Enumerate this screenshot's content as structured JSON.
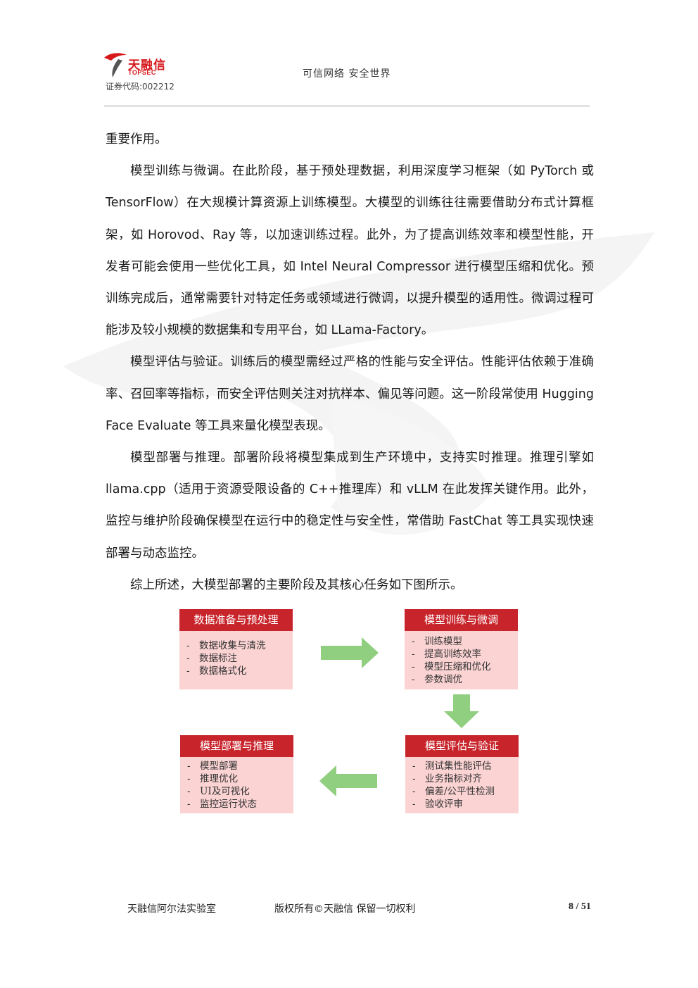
{
  "header": {
    "logo_cn": "天融信",
    "logo_en": "TOPSEC",
    "stock_code": "证券代码:002212",
    "slogan": "可信网络 安全世界"
  },
  "paragraphs": [
    "重要作用。",
    "模型训练与微调。在此阶段，基于预处理数据，利用深度学习框架（如 PyTorch 或 TensorFlow）在大规模计算资源上训练模型。大模型的训练往往需要借助分布式计算框架，如 Horovod、Ray 等，以加速训练过程。此外，为了提高训练效率和模型性能，开发者可能会使用一些优化工具，如 Intel Neural Compressor 进行模型压缩和优化。预训练完成后，通常需要针对特定任务或领域进行微调，以提升模型的适用性。微调过程可能涉及较小规模的数据集和专用平台，如 LLama-Factory。",
    "模型评估与验证。训练后的模型需经过严格的性能与安全评估。性能评估依赖于准确率、召回率等指标，而安全评估则关注对抗样本、偏见等问题。这一阶段常使用 Hugging Face Evaluate 等工具来量化模型表现。",
    "模型部署与推理。部署阶段将模型集成到生产环境中，支持实时推理。推理引擎如 llama.cpp（适用于资源受限设备的 C++推理库）和 vLLM 在此发挥关键作用。此外，监控与维护阶段确保模型在运行中的稳定性与安全性，常借助 FastChat 等工具实现快速部署与动态监控。",
    "综上所述，大模型部署的主要阶段及其核心任务如下图所示。"
  ],
  "diagram": {
    "stages": [
      {
        "title": "数据准备与预处理",
        "items": [
          "数据收集与清洗",
          "数据标注",
          "数据格式化"
        ]
      },
      {
        "title": "模型训练与微调",
        "items": [
          "训练模型",
          "提高训练效率",
          "模型压缩和优化",
          "参数调优"
        ]
      },
      {
        "title": "模型评估与验证",
        "items": [
          "测试集性能评估",
          "业务指标对齐",
          "偏差/公平性检测",
          "验收评审"
        ]
      },
      {
        "title": "模型部署与推理",
        "items": [
          "模型部署",
          "推理优化",
          "UI及可视化",
          "监控运行状态"
        ]
      }
    ],
    "item_marker": "-",
    "colors": {
      "title_bg": "#c8242b",
      "box_bg": "#fbd3d3",
      "arrow": "#8fcf7f"
    }
  },
  "footer": {
    "lab": "天融信阿尔法实验室",
    "copyright": "版权所有©天融信 保留一切权利",
    "page": "8 / 51"
  }
}
